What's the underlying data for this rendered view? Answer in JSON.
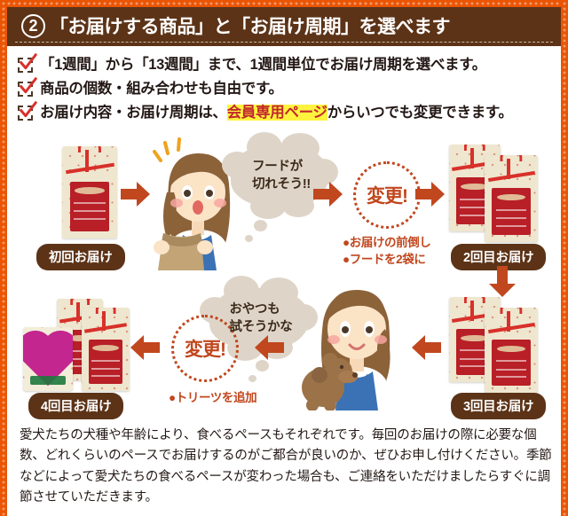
{
  "colors": {
    "frame_orange": "#ea5504",
    "title_brown": "#5c3317",
    "accent_red": "#c1272d",
    "arrow_orange": "#c1471e",
    "highlight_yellow": "#fff33f",
    "bubble_gray": "#ded5c8"
  },
  "header": {
    "step_number": "2",
    "title": "「お届けする商品」と「お届け周期」を選べます"
  },
  "checklist": [
    {
      "icon": "checkbox-checked-icon",
      "segments": [
        {
          "text": "「1週間」から「13週間」まで、1週間単位でお届け周期を選べます。",
          "highlight": false
        }
      ]
    },
    {
      "icon": "checkbox-checked-icon",
      "segments": [
        {
          "text": "商品の個数・組み合わせも自由です。",
          "highlight": false
        }
      ]
    },
    {
      "icon": "checkbox-checked-icon",
      "segments": [
        {
          "text": "お届け内容・お届け周期は、",
          "highlight": false
        },
        {
          "text": "会員専用ページ",
          "highlight": true
        },
        {
          "text": "からいつでも変更できます。",
          "highlight": false
        }
      ]
    }
  ],
  "diagram": {
    "steps": [
      {
        "id": "step1",
        "caption": "初回お届け",
        "bags": 1,
        "treats": 0
      },
      {
        "id": "step2",
        "caption": "2回目お届け",
        "bags": 2,
        "treats": 0
      },
      {
        "id": "step3",
        "caption": "3回目お届け",
        "bags": 2,
        "treats": 0
      },
      {
        "id": "step4",
        "caption": "4回目お届け",
        "bags": 2,
        "treats": 1
      }
    ],
    "bubbles": [
      {
        "id": "bubble1",
        "line1": "フードが",
        "line2": "切れそう!!"
      },
      {
        "id": "bubble2",
        "line1": "おやつも",
        "line2": "試そうかな"
      }
    ],
    "changes": [
      {
        "id": "change1",
        "label": "変更!",
        "notes": [
          "●お届けの前倒し",
          "●フードを2袋に"
        ]
      },
      {
        "id": "change2",
        "label": "変更!",
        "notes": [
          "●トリーツを追加"
        ]
      }
    ],
    "arrows": [
      {
        "id": "arrow-step1-to-person1",
        "direction": "right"
      },
      {
        "id": "arrow-person1-to-change1",
        "direction": "right"
      },
      {
        "id": "arrow-change1-to-step2",
        "direction": "right"
      },
      {
        "id": "arrow-step2-to-step3",
        "direction": "down"
      },
      {
        "id": "arrow-step3-to-person2",
        "direction": "left"
      },
      {
        "id": "arrow-person2-to-change2",
        "direction": "left"
      },
      {
        "id": "arrow-change2-to-step4",
        "direction": "left"
      }
    ],
    "people": [
      {
        "id": "person-holding-bag",
        "description": "woman-holding-food-bag-illustration"
      },
      {
        "id": "person-holding-dog",
        "description": "woman-holding-poodle-illustration"
      }
    ]
  },
  "footer": {
    "paragraph": "愛犬たちの犬種や年齢により、食べるペースもそれぞれです。毎回のお届けの際に必要な個数、どれくらいのペースでお届けするのがご都合が良いのか、ぜひお申し付けください。季節などによって愛犬たちの食べるペースが変わった場合も、ご連絡をいただけましたらすぐに調節させていただきます。"
  }
}
